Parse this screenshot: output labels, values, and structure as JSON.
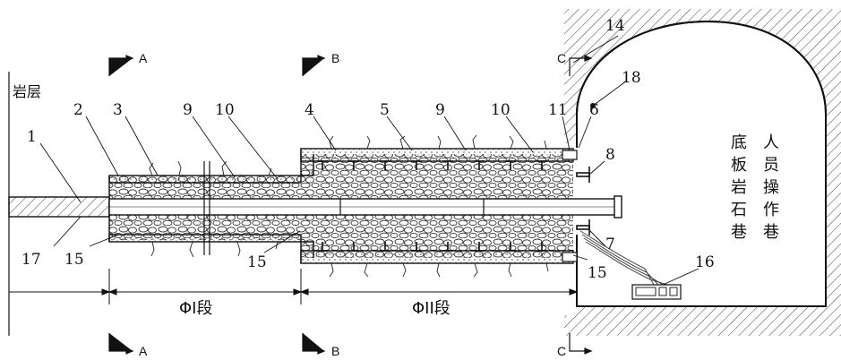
{
  "labels": {
    "rock_layer": "岩层",
    "room_col1": [
      "底",
      "板",
      "岩",
      "石",
      "巷"
    ],
    "room_col2": [
      "人",
      "员",
      "操",
      "作",
      "巷"
    ],
    "segment_1": "ΦI段",
    "segment_2": "ΦII段"
  },
  "section_marks": {
    "a": "A",
    "b": "B",
    "c": "C"
  },
  "callouts": {
    "n1": "1",
    "n2": "2",
    "n3": "3",
    "n9a": "9",
    "n10a": "10",
    "n4": "4",
    "n5": "5",
    "n9b": "9",
    "n10b": "10",
    "n11": "11",
    "n6": "6",
    "n8": "8",
    "n14": "14",
    "n18": "18",
    "n7": "7",
    "n16": "16",
    "n17": "17",
    "n15a": "15",
    "n15b": "15",
    "n15c": "15"
  }
}
